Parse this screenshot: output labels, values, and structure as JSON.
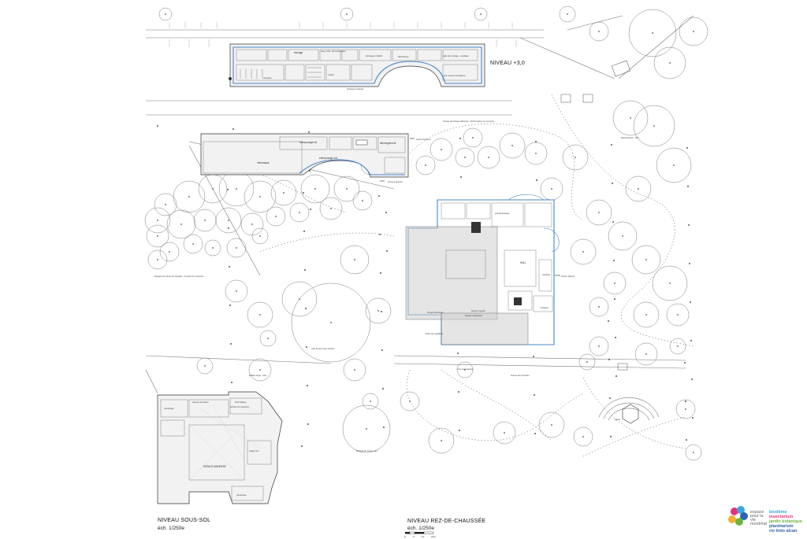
{
  "plans": {
    "level3": {
      "title": "NIVEAU +3,0",
      "rooms": [
        {
          "label": "élevage"
        },
        {
          "label": "rang. entre. de l'insectarium"
        },
        {
          "label": "tamisage et distrib."
        },
        {
          "label": "laboratoires"
        },
        {
          "label": "salle de montage + séchage"
        },
        {
          "label": "réception"
        },
        {
          "label": "cuisine"
        },
        {
          "label": "aire ouverte animateurs"
        },
        {
          "label": "terrasse employés"
        }
      ]
    },
    "upper_wing": {
      "rooms": [
        {
          "label": "entreposage int."
        },
        {
          "label": "déchargement"
        },
        {
          "label": "mécanique"
        },
        {
          "label": "entreposage ext."
        }
      ],
      "notes": [
        {
          "label": "Accès livraisons"
        },
        {
          "label": "Accès employés"
        }
      ]
    },
    "ground": {
      "title": "NIVEAU REZ-DE-CHAUSSÉE",
      "scale": "éch. 1/250e",
      "rooms": [
        {
          "label": "boutique"
        },
        {
          "label": "HALL"
        },
        {
          "label": "vestibule"
        },
        {
          "label": "accueil groupes"
        },
        {
          "label": "biotope aquatique"
        },
        {
          "label": "biotope tropical"
        },
        {
          "label": "biotope subtropical"
        },
        {
          "label": "jardin aux papillons"
        }
      ],
      "notes": [
        {
          "label": "Accès visiteurs"
        },
        {
          "label": "Frange de boisées d'Europe - 18-20 mètres en moyenne"
        },
        {
          "label": "Rangée de Frênes du Canada - 8 mètres en moyenne"
        },
        {
          "label": "parc de jeux pour enfants"
        },
        {
          "label": "Érable rouge - 12m"
        },
        {
          "label": "Bouleau du Korea - 9m"
        },
        {
          "label": "cour aux insectes"
        },
        {
          "label": "chemin aux insectes"
        },
        {
          "label": "agora"
        },
        {
          "label": "Microcultures - 10m"
        }
      ],
      "scale_ticks": [
        "0",
        "5",
        "10",
        "15m"
      ]
    },
    "basement": {
      "title": "NIVEAU SOUS-SOL",
      "scale": "éch. 1/250e",
      "rooms": [
        {
          "label": "réserve animation"
        },
        {
          "label": "mécanique"
        },
        {
          "label": "Informatique"
        },
        {
          "label": "ESPACE IMMERSIF"
        },
        {
          "label": "Archive de projection"
        },
        {
          "label": "rangement"
        }
      ]
    }
  },
  "logo": {
    "partner_lines": [
      "espace",
      "pour la",
      "vie",
      "montréal"
    ],
    "institutions": [
      {
        "name": "biodôme",
        "color": "#3aa8e0"
      },
      {
        "name": "insectarium",
        "color": "#e8307a"
      },
      {
        "name": "jardin botanique",
        "color": "#6db33f"
      },
      {
        "name": "planétarium",
        "color": "#2b63b0"
      },
      {
        "name": "rio tinto alcan",
        "color": "#2b63b0"
      }
    ]
  }
}
